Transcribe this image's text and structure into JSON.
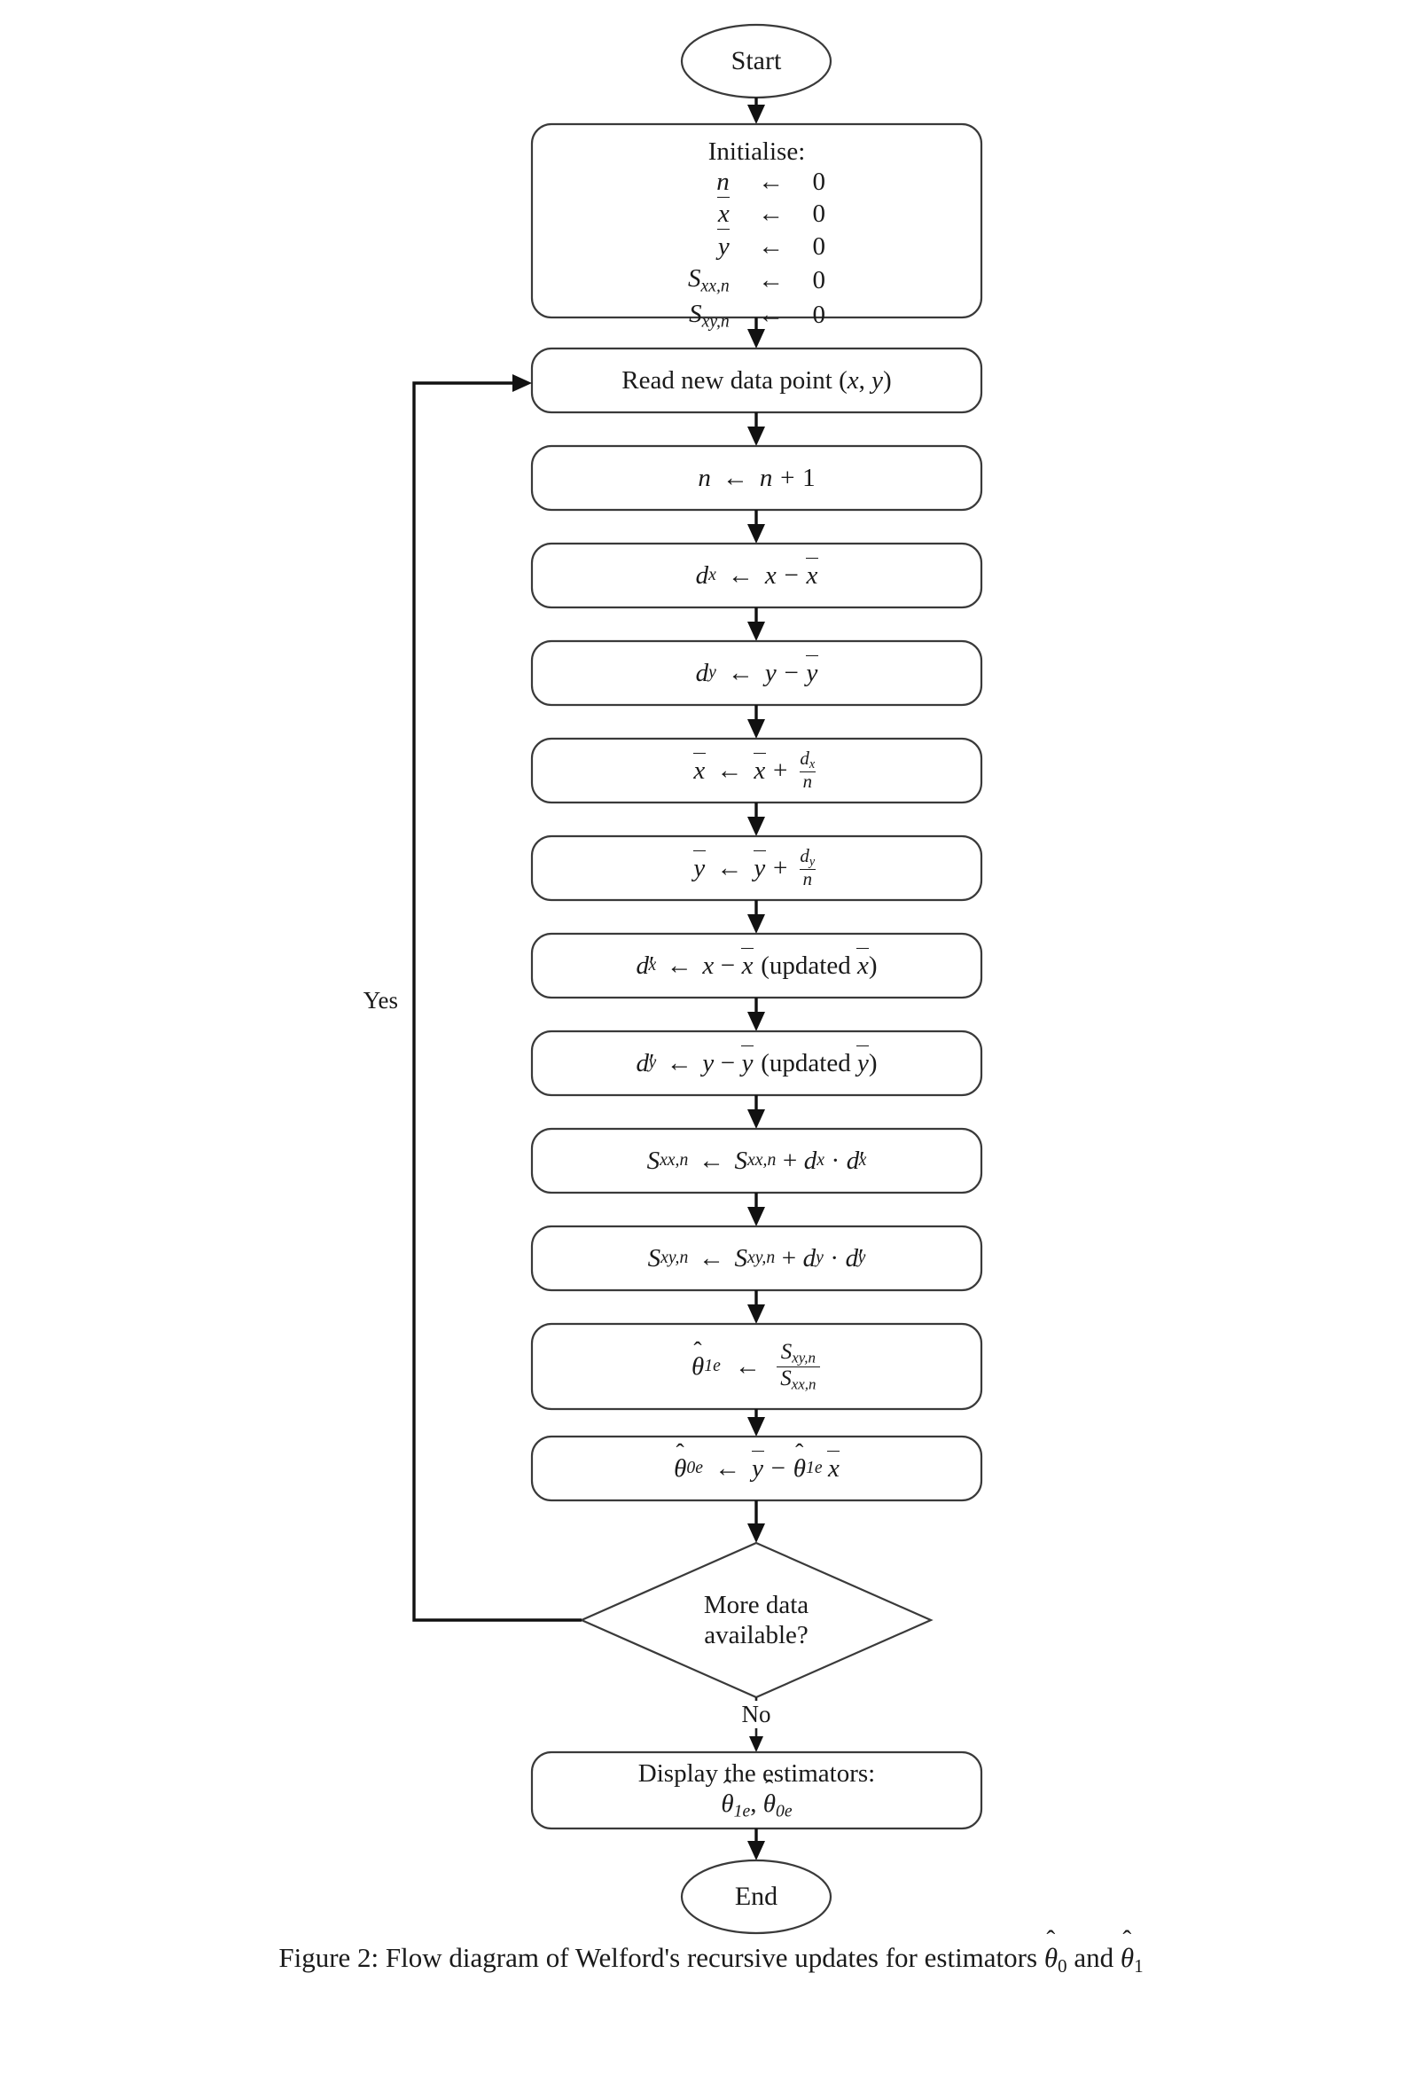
{
  "figure": {
    "caption_prefix": "Figure 2:",
    "caption_text": "Flow diagram of Welford's recursive updates for estimators",
    "caption_symbol_0": "θ",
    "caption_symbol_0_sub": "0",
    "caption_join": "and",
    "caption_symbol_1": "θ",
    "caption_symbol_1_sub": "1"
  },
  "nodes": {
    "start": {
      "label": "Start",
      "shape": "ellipse"
    },
    "initialise": {
      "title": "Initialise:",
      "shape": "rounded-rect",
      "assignments": [
        {
          "lhs": "n",
          "arrow": "←",
          "rhs": "0"
        },
        {
          "lhs": "x̄",
          "arrow": "←",
          "rhs": "0"
        },
        {
          "lhs": "ȳ",
          "arrow": "←",
          "rhs": "0"
        },
        {
          "lhs": "S_xx,n",
          "arrow": "←",
          "rhs": "0"
        },
        {
          "lhs": "S_xy,n",
          "arrow": "←",
          "rhs": "0"
        }
      ]
    },
    "read_data": {
      "label": "Read new data point (x, y)",
      "shape": "rounded-rect"
    },
    "increment_n": {
      "label": "n ← n + 1",
      "shape": "rounded-rect"
    },
    "dx": {
      "label": "d_x ← x − x̄",
      "shape": "rounded-rect"
    },
    "dy": {
      "label": "d_y ← y − ȳ",
      "shape": "rounded-rect"
    },
    "update_xbar": {
      "label": "x̄ ← x̄ + d_x/n",
      "shape": "rounded-rect"
    },
    "update_ybar": {
      "label": "ȳ ← ȳ + d_y/n",
      "shape": "rounded-rect"
    },
    "dx_prime": {
      "label": "d'_x ← x − x̄ (updated x̄)",
      "note": "(updated x̄)",
      "shape": "rounded-rect"
    },
    "dy_prime": {
      "label": "d'_y ← y − ȳ (updated ȳ)",
      "note": "(updated ȳ)",
      "shape": "rounded-rect"
    },
    "sxx_update": {
      "label": "S_xx,n ← S_xx,n + d_x · d'_x",
      "shape": "rounded-rect"
    },
    "sxy_update": {
      "label": "S_xy,n ← S_xy,n + d_y · d'_y",
      "shape": "rounded-rect"
    },
    "theta1": {
      "label": "θ̂1e ← S_xy,n / S_xx,n",
      "shape": "rounded-rect"
    },
    "theta0": {
      "label": "θ̂0e ← ȳ − θ̂1e x̄",
      "shape": "rounded-rect"
    },
    "decision": {
      "line1": "More data",
      "line2": "available?",
      "shape": "diamond"
    },
    "display": {
      "line1": "Display the estimators:",
      "line2": "θ̂1e, θ̂0e",
      "shape": "rounded-rect"
    },
    "end": {
      "label": "End",
      "shape": "ellipse"
    }
  },
  "edge_labels": {
    "yes": "Yes",
    "no": "No"
  },
  "symbols": {
    "n": "n",
    "xbar": "x̄",
    "ybar": "ȳ",
    "zero": "0",
    "one": "1",
    "arrow": "←",
    "minus": "−",
    "plus": "+",
    "cdot": "·",
    "prime": "′",
    "S": "S",
    "d": "d",
    "theta": "θ",
    "sub_xxn": "xx,n",
    "sub_xyn": "xy,n",
    "sub_x": "x",
    "sub_y": "y",
    "sub_1e": "1e",
    "sub_0e": "0e",
    "x": "x",
    "y": "y"
  },
  "style": {
    "stroke": "#3a3a3a",
    "line": "#111111",
    "text": "#1a1a1a",
    "background": "#ffffff"
  }
}
